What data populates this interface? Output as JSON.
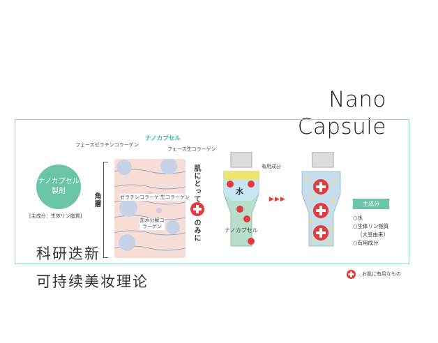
{
  "title": {
    "line1": "Nano",
    "line2": "Capsule"
  },
  "left_circle": {
    "line1": "ナノカプセル",
    "line2": "製剤"
  },
  "left_note": "[主成分：生体リン脂質]",
  "skin_labels": {
    "face_gelatin": "フェースゼラチンコラーゲン",
    "nano_capsule": "ナノカプセル",
    "face_raw": "フェース生コラーゲン",
    "kakusou": "角層",
    "gelatin": "ゼラチンコラーゲン",
    "raw": "生コラーゲン",
    "hydrolyzed": "加水分解コラーゲン"
  },
  "vertical_text": {
    "upper": "肌にとって",
    "lower": "のみに"
  },
  "tube1": {
    "useful": "有用成分",
    "water": "水",
    "capsule": "ナノカプセル"
  },
  "arrows": "▶▶▶",
  "main_ingredients": {
    "label": "主成分",
    "items": [
      "○水",
      "○生体リン脂質",
      "（大豆由来）",
      "○有用成分"
    ]
  },
  "legend": "…お肌に有用なもの",
  "cn": {
    "line1": "科研迭新",
    "line2": "可持续美妆理论"
  },
  "colors": {
    "accent": "#69c4a8",
    "red": "#e43a3a",
    "frame": "#8fd9bf"
  }
}
